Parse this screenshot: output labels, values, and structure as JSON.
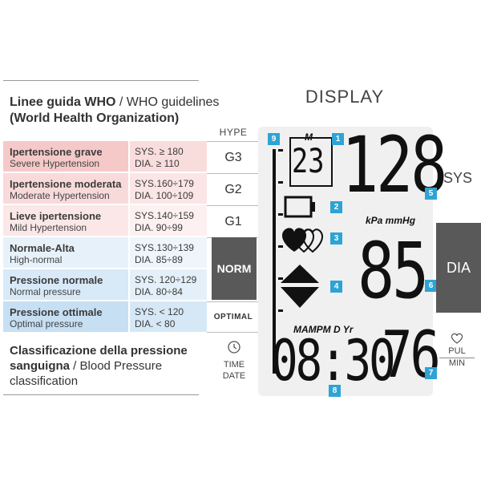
{
  "guidelines": {
    "title": "Linee guida WHO",
    "title_en": " / WHO guidelines",
    "subtitle": "(World Health Organization)"
  },
  "rows": [
    {
      "label_it": "Ipertensione grave",
      "label_en": "Severe Hypertension",
      "sys": "SYS. ≥ 180",
      "dia": "DIA. ≥ 110",
      "color": "#f6c9c9"
    },
    {
      "label_it": "Ipertensione moderata",
      "label_en": "Moderate Hypertension",
      "sys": "SYS.160÷179",
      "dia": "DIA. 100÷109",
      "color": "#f9dada"
    },
    {
      "label_it": "Lieve ipertensione",
      "label_en": "Mild Hypertension",
      "sys": "SYS.140÷159",
      "dia": "DIA. 90÷99",
      "color": "#fbe7e7"
    },
    {
      "label_it": "Normale-Alta",
      "label_en": "High-normal",
      "sys": "SYS.130÷139",
      "dia": "DIA. 85÷89",
      "color": "#e7f1fa"
    },
    {
      "label_it": "Pressione normale",
      "label_en": "Normal pressure",
      "sys": "SYS. 120÷129",
      "dia": "DIA. 80÷84",
      "color": "#d8e9f7"
    },
    {
      "label_it": "Pressione ottimale",
      "label_en": "Optimal pressure",
      "sys": "SYS. < 120",
      "dia": "DIA. < 80",
      "color": "#c6dff3"
    }
  ],
  "grades": {
    "hype": "HYPE",
    "g3": "G3",
    "g2": "G2",
    "g1": "G1",
    "norm": "NORM",
    "optimal": "OPTIMAL",
    "time": "TIME",
    "date": "DATE"
  },
  "classification": {
    "line1": "Classificazione della pressione",
    "line2_it": "sanguigna",
    "line2_en": " / Blood Pressure",
    "line3": "classification"
  },
  "display": {
    "title": "DISPLAY",
    "memory_label": "M",
    "memory_value": "23",
    "sys_value": "128",
    "units": "kPa mmHg",
    "dia_value": "85",
    "pulse_value": "76",
    "time_value": "08:30",
    "date_labels": "MAMPM D Yr",
    "sys_label": "SYS",
    "dia_label": "DIA",
    "pul_label": "PUL",
    "min_label": "MIN"
  },
  "badges": [
    "1",
    "2",
    "3",
    "4",
    "5",
    "6",
    "7",
    "8",
    "9"
  ],
  "colors": {
    "badge": "#2ea3d5",
    "dark_box": "#595959",
    "lcd_bg": "#f0f0f0"
  }
}
